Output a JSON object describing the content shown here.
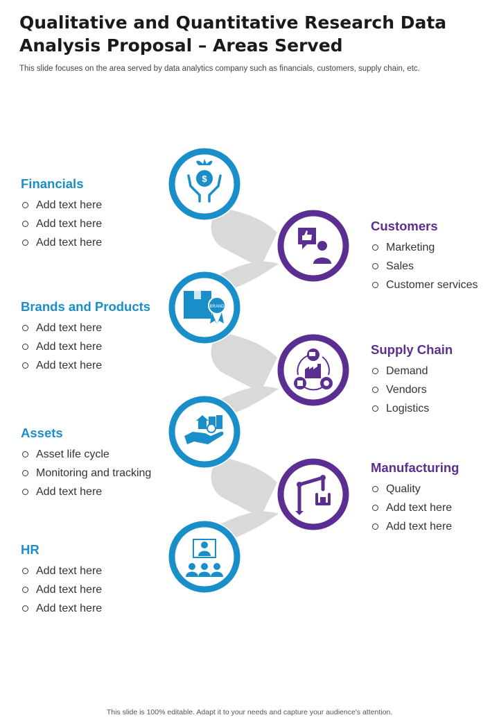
{
  "title_line1": "Qualitative and Quantitative Research Data",
  "title_line2": "Analysis Proposal – Areas Served",
  "subtitle": "This slide focuses on the area served by data analytics company such as financials, customers, supply chain, etc.",
  "footer": "This slide is 100% editable. Adapt it to your needs and capture your audience's attention.",
  "colors": {
    "blue": "#1a8ec9",
    "purple": "#5b2e91",
    "connector": "#d9d9d9"
  },
  "areas": [
    {
      "heading": "Financials",
      "icon": "money-bag-hands-icon",
      "items": [
        "Add text here",
        "Add text here",
        "Add text here"
      ]
    },
    {
      "heading": "Customers",
      "icon": "thumbs-up-person-icon",
      "items": [
        "Marketing",
        "Sales",
        "Customer services"
      ]
    },
    {
      "heading": "Brands and Products",
      "icon": "brand-box-icon",
      "items": [
        "Add text here",
        "Add text here",
        "Add text here"
      ]
    },
    {
      "heading": "Supply Chain",
      "icon": "supply-chain-cycle-icon",
      "items": [
        "Demand",
        "Vendors",
        "Logistics"
      ]
    },
    {
      "heading": "Assets",
      "icon": "hand-buildings-icon",
      "items": [
        "Asset life cycle",
        "Monitoring and tracking",
        "Add text here"
      ]
    },
    {
      "heading": "Manufacturing",
      "icon": "robotic-arm-icon",
      "items": [
        "Quality",
        "Add text here",
        "Add text here"
      ]
    },
    {
      "heading": "HR",
      "icon": "team-presentation-icon",
      "items": [
        "Add text here",
        "Add text here",
        "Add text here"
      ]
    }
  ]
}
